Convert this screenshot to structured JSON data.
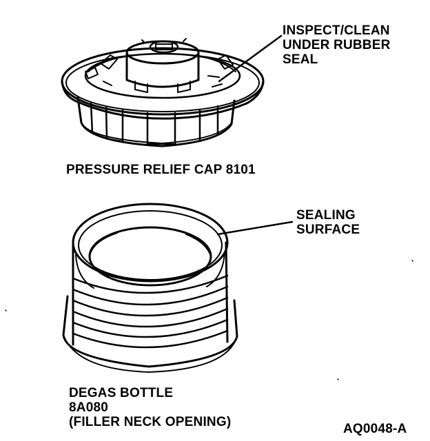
{
  "figure_id": "AQ0048-A",
  "cap": {
    "caption": "PRESSURE RELIEF CAP 8101",
    "callout_lines": [
      "INSPECT/CLEAN",
      "UNDER RUBBER",
      "SEAL"
    ]
  },
  "bottle": {
    "caption_lines": [
      "DEGAS BOTTLE",
      "8A080",
      "(FILLER NECK OPENING)"
    ],
    "callout_lines": [
      "SEALING",
      "SURFACE"
    ]
  }
}
